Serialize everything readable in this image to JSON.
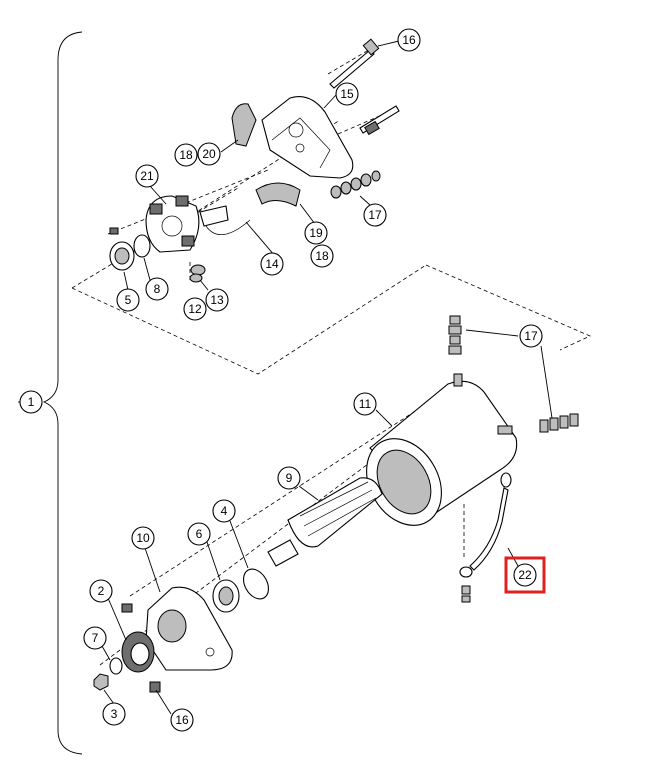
{
  "callouts": [
    {
      "id": "c1",
      "label": "1"
    },
    {
      "id": "c2",
      "label": "2"
    },
    {
      "id": "c3",
      "label": "3"
    },
    {
      "id": "c4",
      "label": "4"
    },
    {
      "id": "c5",
      "label": "5"
    },
    {
      "id": "c6",
      "label": "6"
    },
    {
      "id": "c7",
      "label": "7"
    },
    {
      "id": "c8",
      "label": "8"
    },
    {
      "id": "c9",
      "label": "9"
    },
    {
      "id": "c10",
      "label": "10"
    },
    {
      "id": "c11",
      "label": "11"
    },
    {
      "id": "c12",
      "label": "12"
    },
    {
      "id": "c13",
      "label": "13"
    },
    {
      "id": "c14",
      "label": "14"
    },
    {
      "id": "c15",
      "label": "15"
    },
    {
      "id": "c16a",
      "label": "16"
    },
    {
      "id": "c16b",
      "label": "16"
    },
    {
      "id": "c17a",
      "label": "17"
    },
    {
      "id": "c17b",
      "label": "17"
    },
    {
      "id": "c18a",
      "label": "18"
    },
    {
      "id": "c18b",
      "label": "18"
    },
    {
      "id": "c19",
      "label": "19"
    },
    {
      "id": "c20",
      "label": "20"
    },
    {
      "id": "c21",
      "label": "21"
    },
    {
      "id": "c22",
      "label": "22"
    }
  ],
  "highlight": {
    "callout": "22",
    "color": "#e02020"
  }
}
